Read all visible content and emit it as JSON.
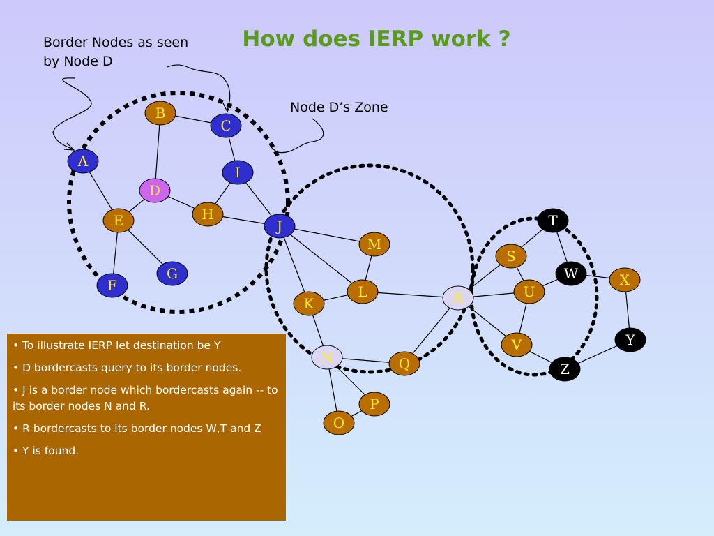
{
  "slide": {
    "title": "How does IERP work ?",
    "callout_border": "Border Nodes as seen by Node D",
    "callout_zone": "Node D’s Zone",
    "bullets": [
      "• To illustrate IERP let destination be Y",
      "• D bordercasts query to its border nodes.",
      "• J is a border node which bordercasts again -- to its border nodes N and R.",
      "• R bordercasts  to its border nodes W,T and Z",
      "• Y is found."
    ]
  },
  "colors": {
    "background_top": "#cdc9fb",
    "background_bottom": "#d4eefc",
    "title": "#5a9a1c",
    "info_box": "#aa6600",
    "node_orange": "#b86e00",
    "node_blue": "#2f2fd0",
    "node_pink": "#cc66ee",
    "node_lavender": "#dcd6f5",
    "node_black": "#000000",
    "label_yellow": "#ffe838",
    "label_white": "#ffffff"
  },
  "nodes": [
    {
      "id": "A",
      "label": "A",
      "style": "blue"
    },
    {
      "id": "B",
      "label": "B",
      "style": "orange"
    },
    {
      "id": "C",
      "label": "C",
      "style": "blue"
    },
    {
      "id": "D",
      "label": "D",
      "style": "pink"
    },
    {
      "id": "E",
      "label": "E",
      "style": "orange"
    },
    {
      "id": "F",
      "label": "F",
      "style": "blue"
    },
    {
      "id": "G",
      "label": "G",
      "style": "blue"
    },
    {
      "id": "H",
      "label": "H",
      "style": "orange"
    },
    {
      "id": "I",
      "label": "I",
      "style": "blue"
    },
    {
      "id": "J",
      "label": "J",
      "style": "blue"
    },
    {
      "id": "K",
      "label": "K",
      "style": "orange"
    },
    {
      "id": "L",
      "label": "L",
      "style": "orange"
    },
    {
      "id": "M",
      "label": "M",
      "style": "orange"
    },
    {
      "id": "N",
      "label": "N",
      "style": "lavender"
    },
    {
      "id": "O",
      "label": "O",
      "style": "orange"
    },
    {
      "id": "P",
      "label": "P",
      "style": "orange"
    },
    {
      "id": "Q",
      "label": "Q",
      "style": "orange"
    },
    {
      "id": "R",
      "label": "R",
      "style": "lavender"
    },
    {
      "id": "S",
      "label": "S",
      "style": "orange"
    },
    {
      "id": "T",
      "label": "T",
      "style": "black"
    },
    {
      "id": "U",
      "label": "U",
      "style": "orange"
    },
    {
      "id": "V",
      "label": "V",
      "style": "orange"
    },
    {
      "id": "W",
      "label": "W",
      "style": "black"
    },
    {
      "id": "X",
      "label": "X",
      "style": "orange"
    },
    {
      "id": "Y",
      "label": "Y",
      "style": "black"
    },
    {
      "id": "Z",
      "label": "Z",
      "style": "black"
    }
  ],
  "edges": [
    [
      "B",
      "C"
    ],
    [
      "B",
      "D"
    ],
    [
      "C",
      "I"
    ],
    [
      "A",
      "E"
    ],
    [
      "D",
      "E"
    ],
    [
      "D",
      "H"
    ],
    [
      "E",
      "F"
    ],
    [
      "E",
      "G"
    ],
    [
      "H",
      "I"
    ],
    [
      "H",
      "J"
    ],
    [
      "I",
      "J"
    ],
    [
      "J",
      "M"
    ],
    [
      "J",
      "L"
    ],
    [
      "J",
      "K"
    ],
    [
      "M",
      "L"
    ],
    [
      "L",
      "R"
    ],
    [
      "K",
      "L"
    ],
    [
      "K",
      "N"
    ],
    [
      "N",
      "Q"
    ],
    [
      "N",
      "P"
    ],
    [
      "N",
      "O"
    ],
    [
      "O",
      "P"
    ],
    [
      "Q",
      "R"
    ],
    [
      "R",
      "S"
    ],
    [
      "R",
      "U"
    ],
    [
      "R",
      "V"
    ],
    [
      "S",
      "T"
    ],
    [
      "S",
      "U"
    ],
    [
      "T",
      "W"
    ],
    [
      "U",
      "W"
    ],
    [
      "U",
      "V"
    ],
    [
      "V",
      "Z"
    ],
    [
      "W",
      "X"
    ],
    [
      "X",
      "Y"
    ],
    [
      "Y",
      "Z"
    ]
  ],
  "zones": [
    "zone-d",
    "zone-j",
    "zone-r"
  ]
}
